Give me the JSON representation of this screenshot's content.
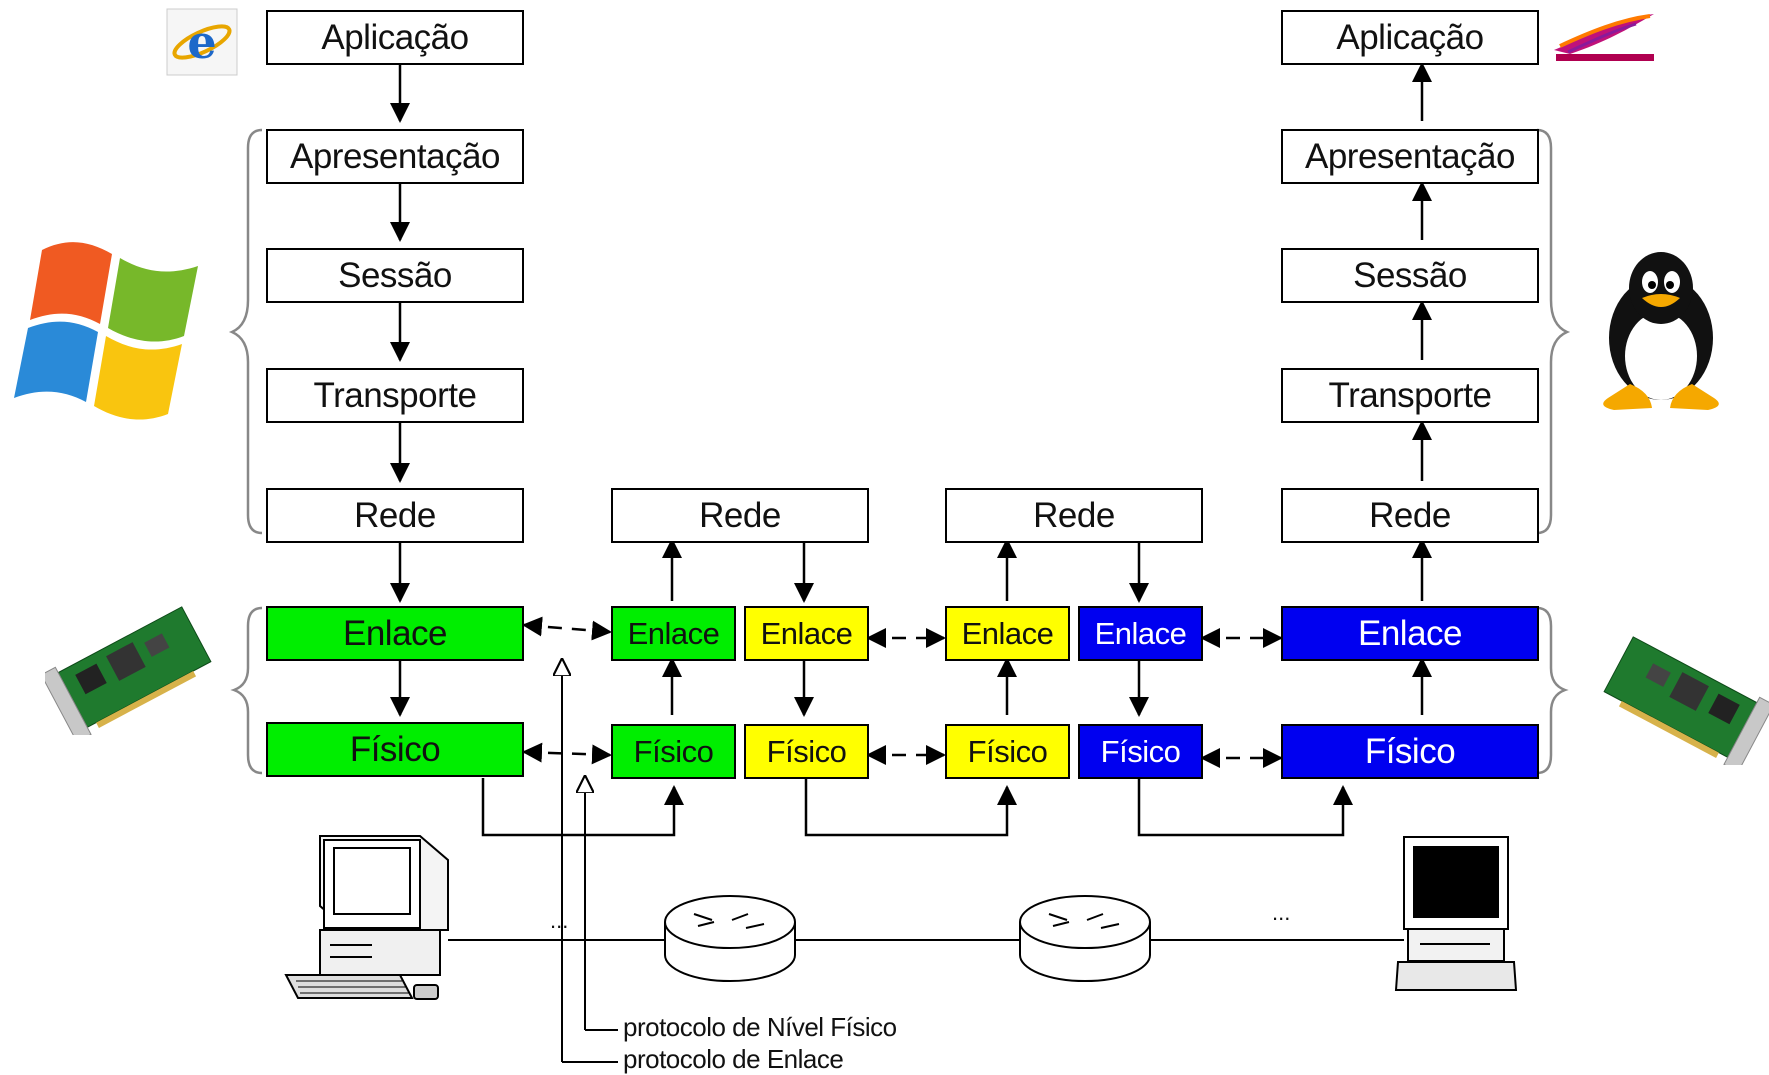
{
  "stacks": {
    "left_host": {
      "aplicacao": "Aplicação",
      "apresentacao": "Apresentação",
      "sessao": "Sessão",
      "transporte": "Transporte",
      "rede": "Rede",
      "enlace": "Enlace",
      "fisico": "Físico"
    },
    "router1": {
      "rede": "Rede",
      "enlace_in": "Enlace",
      "enlace_out": "Enlace",
      "fisico_in": "Físico",
      "fisico_out": "Físico"
    },
    "router2": {
      "rede": "Rede",
      "enlace_in": "Enlace",
      "enlace_out": "Enlace",
      "fisico_in": "Físico",
      "fisico_out": "Físico"
    },
    "right_host": {
      "aplicacao": "Aplicação",
      "apresentacao": "Apresentação",
      "sessao": "Sessão",
      "transporte": "Transporte",
      "rede": "Rede",
      "enlace": "Enlace",
      "fisico": "Físico"
    }
  },
  "notes": {
    "physical_protocol": "protocolo de Nível Físico",
    "link_protocol": "protocolo de Enlace",
    "ellipsis_left": "...",
    "ellipsis_right": "..."
  },
  "colors": {
    "green": "#00ee00",
    "yellow": "#ffff00",
    "blue": "#0000f0"
  },
  "icons": [
    "internet-explorer-icon",
    "apache-feather-icon",
    "windows-logo-icon",
    "linux-tux-icon",
    "network-card-icon",
    "desktop-computer-icon",
    "router-icon",
    "terminal-computer-icon"
  ]
}
